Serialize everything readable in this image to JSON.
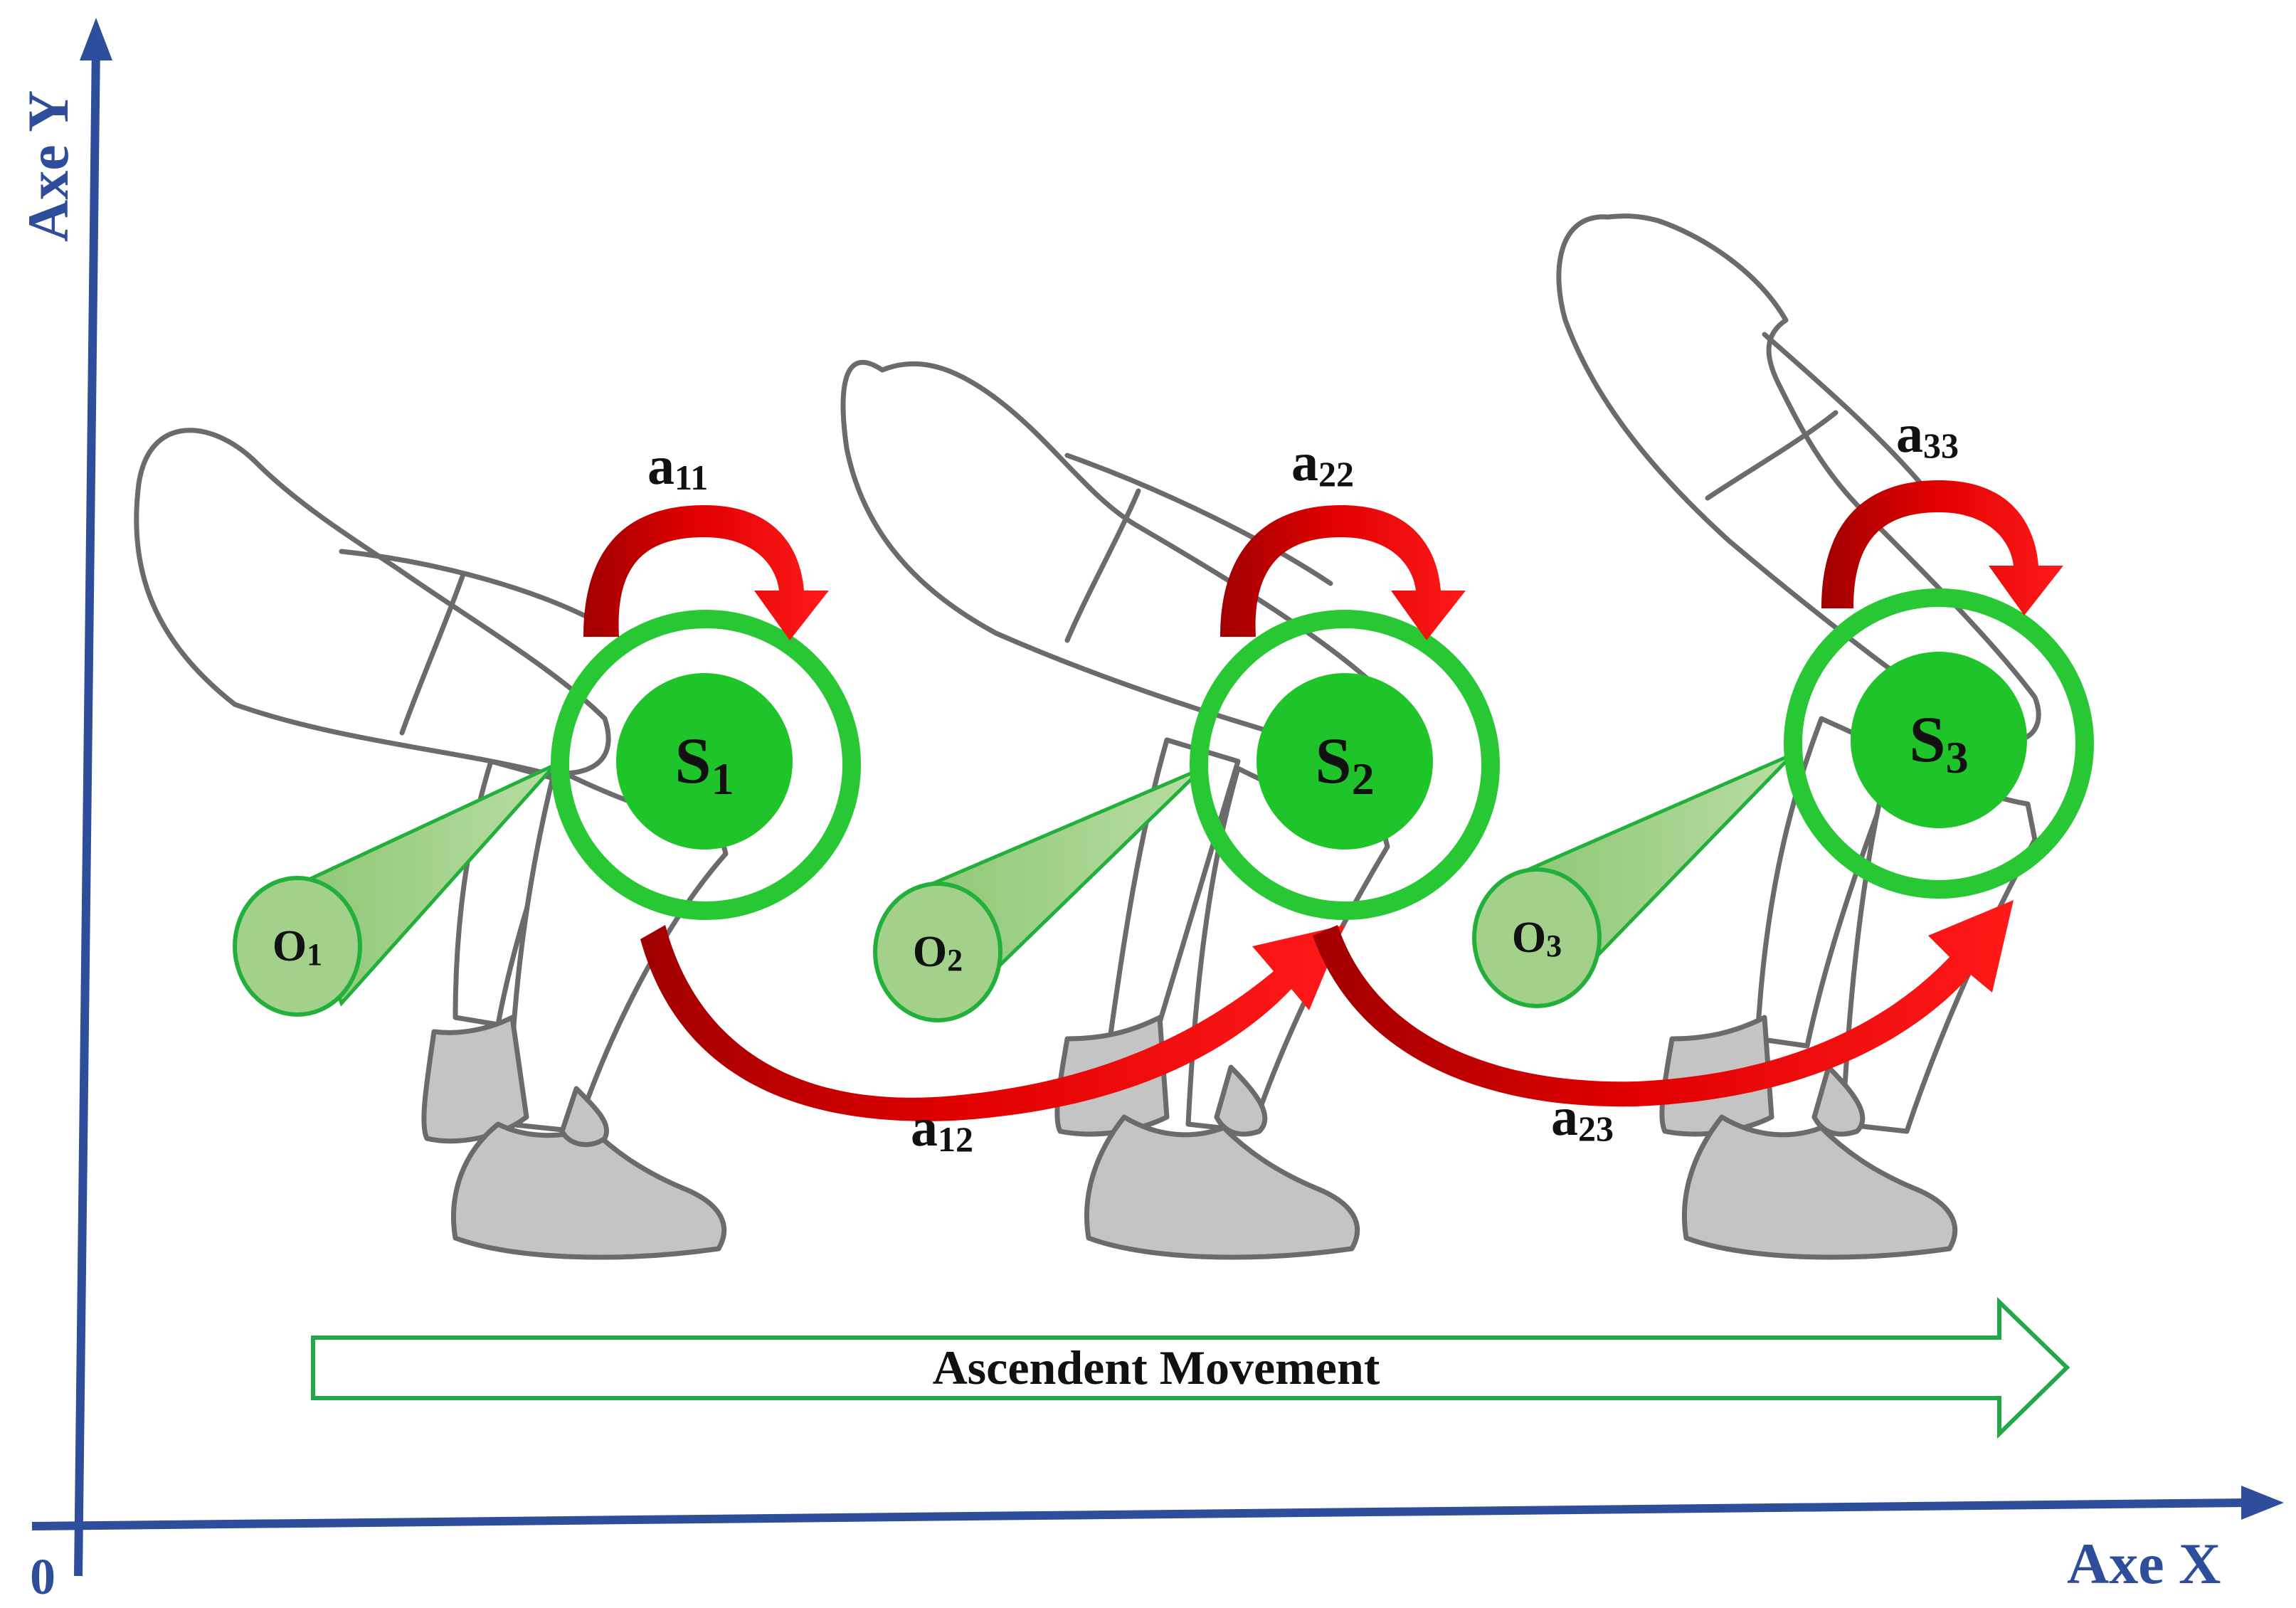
{
  "axes": {
    "x_label": "Axe X",
    "y_label": "Axe Y",
    "origin": "0",
    "color": "#2e4d9a"
  },
  "states": [
    {
      "letter": "S",
      "index": "1"
    },
    {
      "letter": "S",
      "index": "2"
    },
    {
      "letter": "S",
      "index": "3"
    }
  ],
  "observations": [
    {
      "letter": "O",
      "index": "1"
    },
    {
      "letter": "O",
      "index": "2"
    },
    {
      "letter": "O",
      "index": "3"
    }
  ],
  "self_transitions": [
    {
      "letter": "a",
      "index": "11"
    },
    {
      "letter": "a",
      "index": "22"
    },
    {
      "letter": "a",
      "index": "33"
    }
  ],
  "forward_transitions": [
    {
      "letter": "a",
      "index": "12"
    },
    {
      "letter": "a",
      "index": "23"
    }
  ],
  "movement": {
    "label": "Ascendent Movement"
  },
  "colors": {
    "state_fill": "#1ec42a",
    "state_ring": "#27c834",
    "observation_fill": "#a3d18b",
    "observation_stroke": "#22b03a",
    "transition": "#e00000",
    "transition_dark": "#a00000",
    "figure_stroke": "#6b6b6b",
    "shoe_fill": "#c4c4c4",
    "movement_arrow": "#22a84a"
  }
}
